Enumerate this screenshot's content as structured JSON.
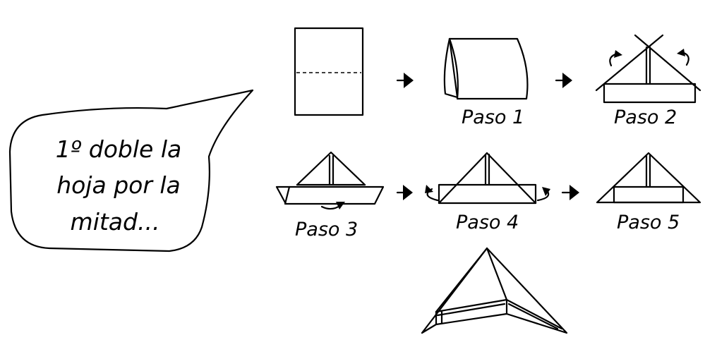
{
  "speech_bubble": {
    "lines": [
      "1º doble la",
      "hoja por la",
      "mitad..."
    ]
  },
  "steps": [
    {
      "label": "Paso 1"
    },
    {
      "label": "Paso 2"
    },
    {
      "label": "Paso 3"
    },
    {
      "label": "Paso 4"
    },
    {
      "label": "Paso 5"
    }
  ]
}
